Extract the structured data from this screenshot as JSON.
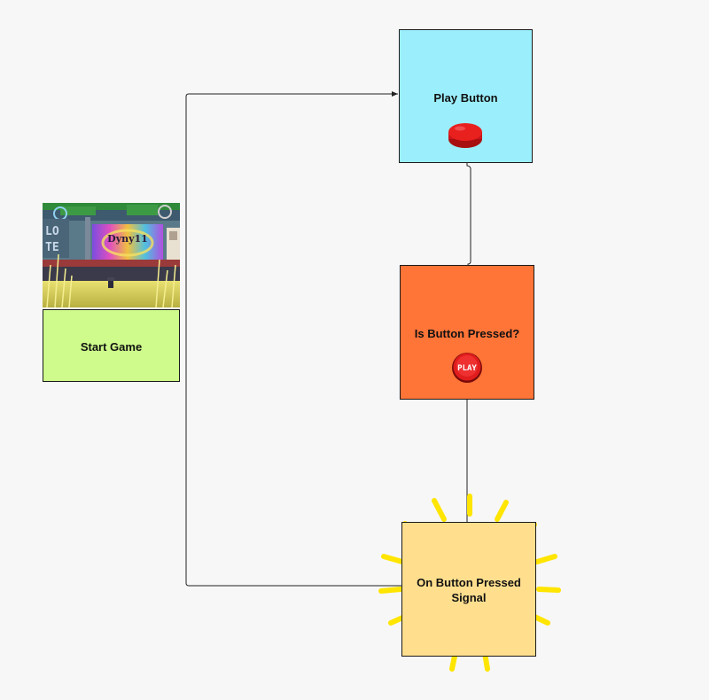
{
  "diagram": {
    "nodes": {
      "play_button": {
        "label": "Play Button",
        "fill": "#9BEEFB"
      },
      "is_button_pressed": {
        "label": "Is Button Pressed?",
        "fill": "#FF7437",
        "badge_text": "PLAY"
      },
      "on_button_pressed_signal": {
        "label_line1": "On Button Pressed",
        "label_line2": "Signal",
        "fill": "#FFDF8E"
      },
      "start_game": {
        "label": "Start Game",
        "fill": "#CEFB8B"
      }
    },
    "game_preview": {
      "sign_text": "Dyny11",
      "icon": "pixel-art-game-screenshot"
    },
    "colors": {
      "connector": "#222222",
      "sunburst": "#FFE500",
      "button_red": "#E8201E"
    }
  }
}
